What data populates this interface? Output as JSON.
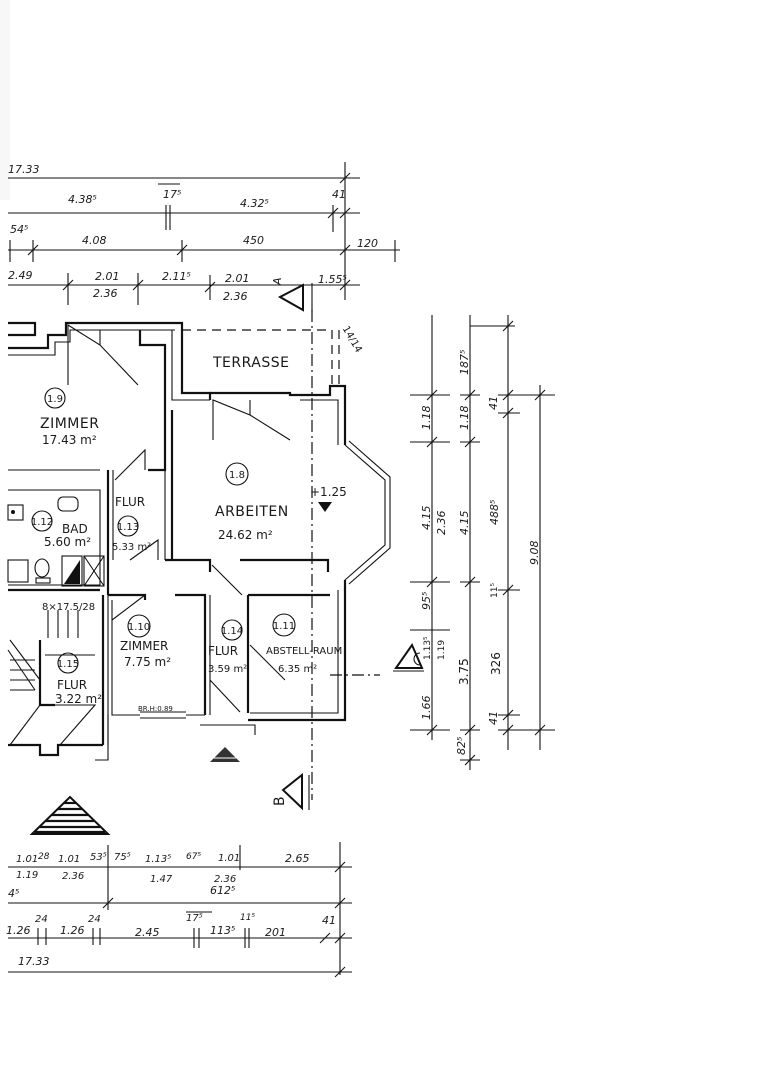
{
  "drawing": {
    "type": "floor plan (hand-drawn, German)",
    "north_marker": "B"
  },
  "dimensions_top": {
    "overall": "17.33",
    "row1": [
      "4.38⁵",
      "17⁵",
      "4.32⁵",
      "41"
    ],
    "row2": [
      "54⁵",
      "4.08",
      "450",
      "120"
    ],
    "row3": [
      "2.49",
      "2.01",
      "2.36",
      "2.11⁵",
      "2.01",
      "2.36",
      "1.55⁵"
    ],
    "misc": "14/14"
  },
  "dimensions_bottom": {
    "row1": [
      "1.01",
      "28",
      "1.01",
      "53⁵",
      "75⁵",
      "1.13⁵",
      "67⁵",
      "1.01",
      "2.65"
    ],
    "row1_sub": [
      "1.19",
      "2.36",
      "1.47",
      "2.36"
    ],
    "row2": [
      "4⁵",
      "612⁵"
    ],
    "row3": [
      "1.26",
      "24",
      "1.26",
      "24",
      "2.45",
      "17⁵",
      "113⁵",
      "11⁵",
      "201",
      "41"
    ],
    "overall": "17.33"
  },
  "dimensions_right": {
    "col1": [
      "1.18",
      "4.15",
      "95⁵",
      "1.13⁵",
      "1.66"
    ],
    "col2": [
      "1.18",
      "2.36",
      "4.15",
      "1.19",
      "3.75",
      "82⁵"
    ],
    "col3": [
      "187⁵",
      "41",
      "488⁵",
      "11⁵",
      "326",
      "41"
    ],
    "col4": [
      "9.08"
    ]
  },
  "rooms": [
    {
      "id": "1.9",
      "name": "ZIMMER",
      "area": "17.43 m²"
    },
    {
      "id": "1.8",
      "name": "ARBEITEN",
      "area": "24.62 m²",
      "level": "+1.25"
    },
    {
      "id": "1.12",
      "name": "BAD",
      "area": "5.60 m²"
    },
    {
      "id": "1.13",
      "name": "FLUR",
      "area": "5.33 m²"
    },
    {
      "id": "1.10",
      "name": "ZIMMER",
      "area": "7.75 m²"
    },
    {
      "id": "1.14",
      "name": "FLUR",
      "area": "3.59 m²"
    },
    {
      "id": "1.11",
      "name": "ABSTELL-RAUM",
      "area": "6.35 m²"
    },
    {
      "id": "1.15",
      "name": "FLUR",
      "area": "3.22 m²"
    }
  ],
  "labels": {
    "terrace": "TERRASSE",
    "window_note": "BR.H:0.89",
    "stair_note": "8×17.5/28",
    "section_a": "A",
    "section_b": "B",
    "level_marker": "+1.25"
  }
}
